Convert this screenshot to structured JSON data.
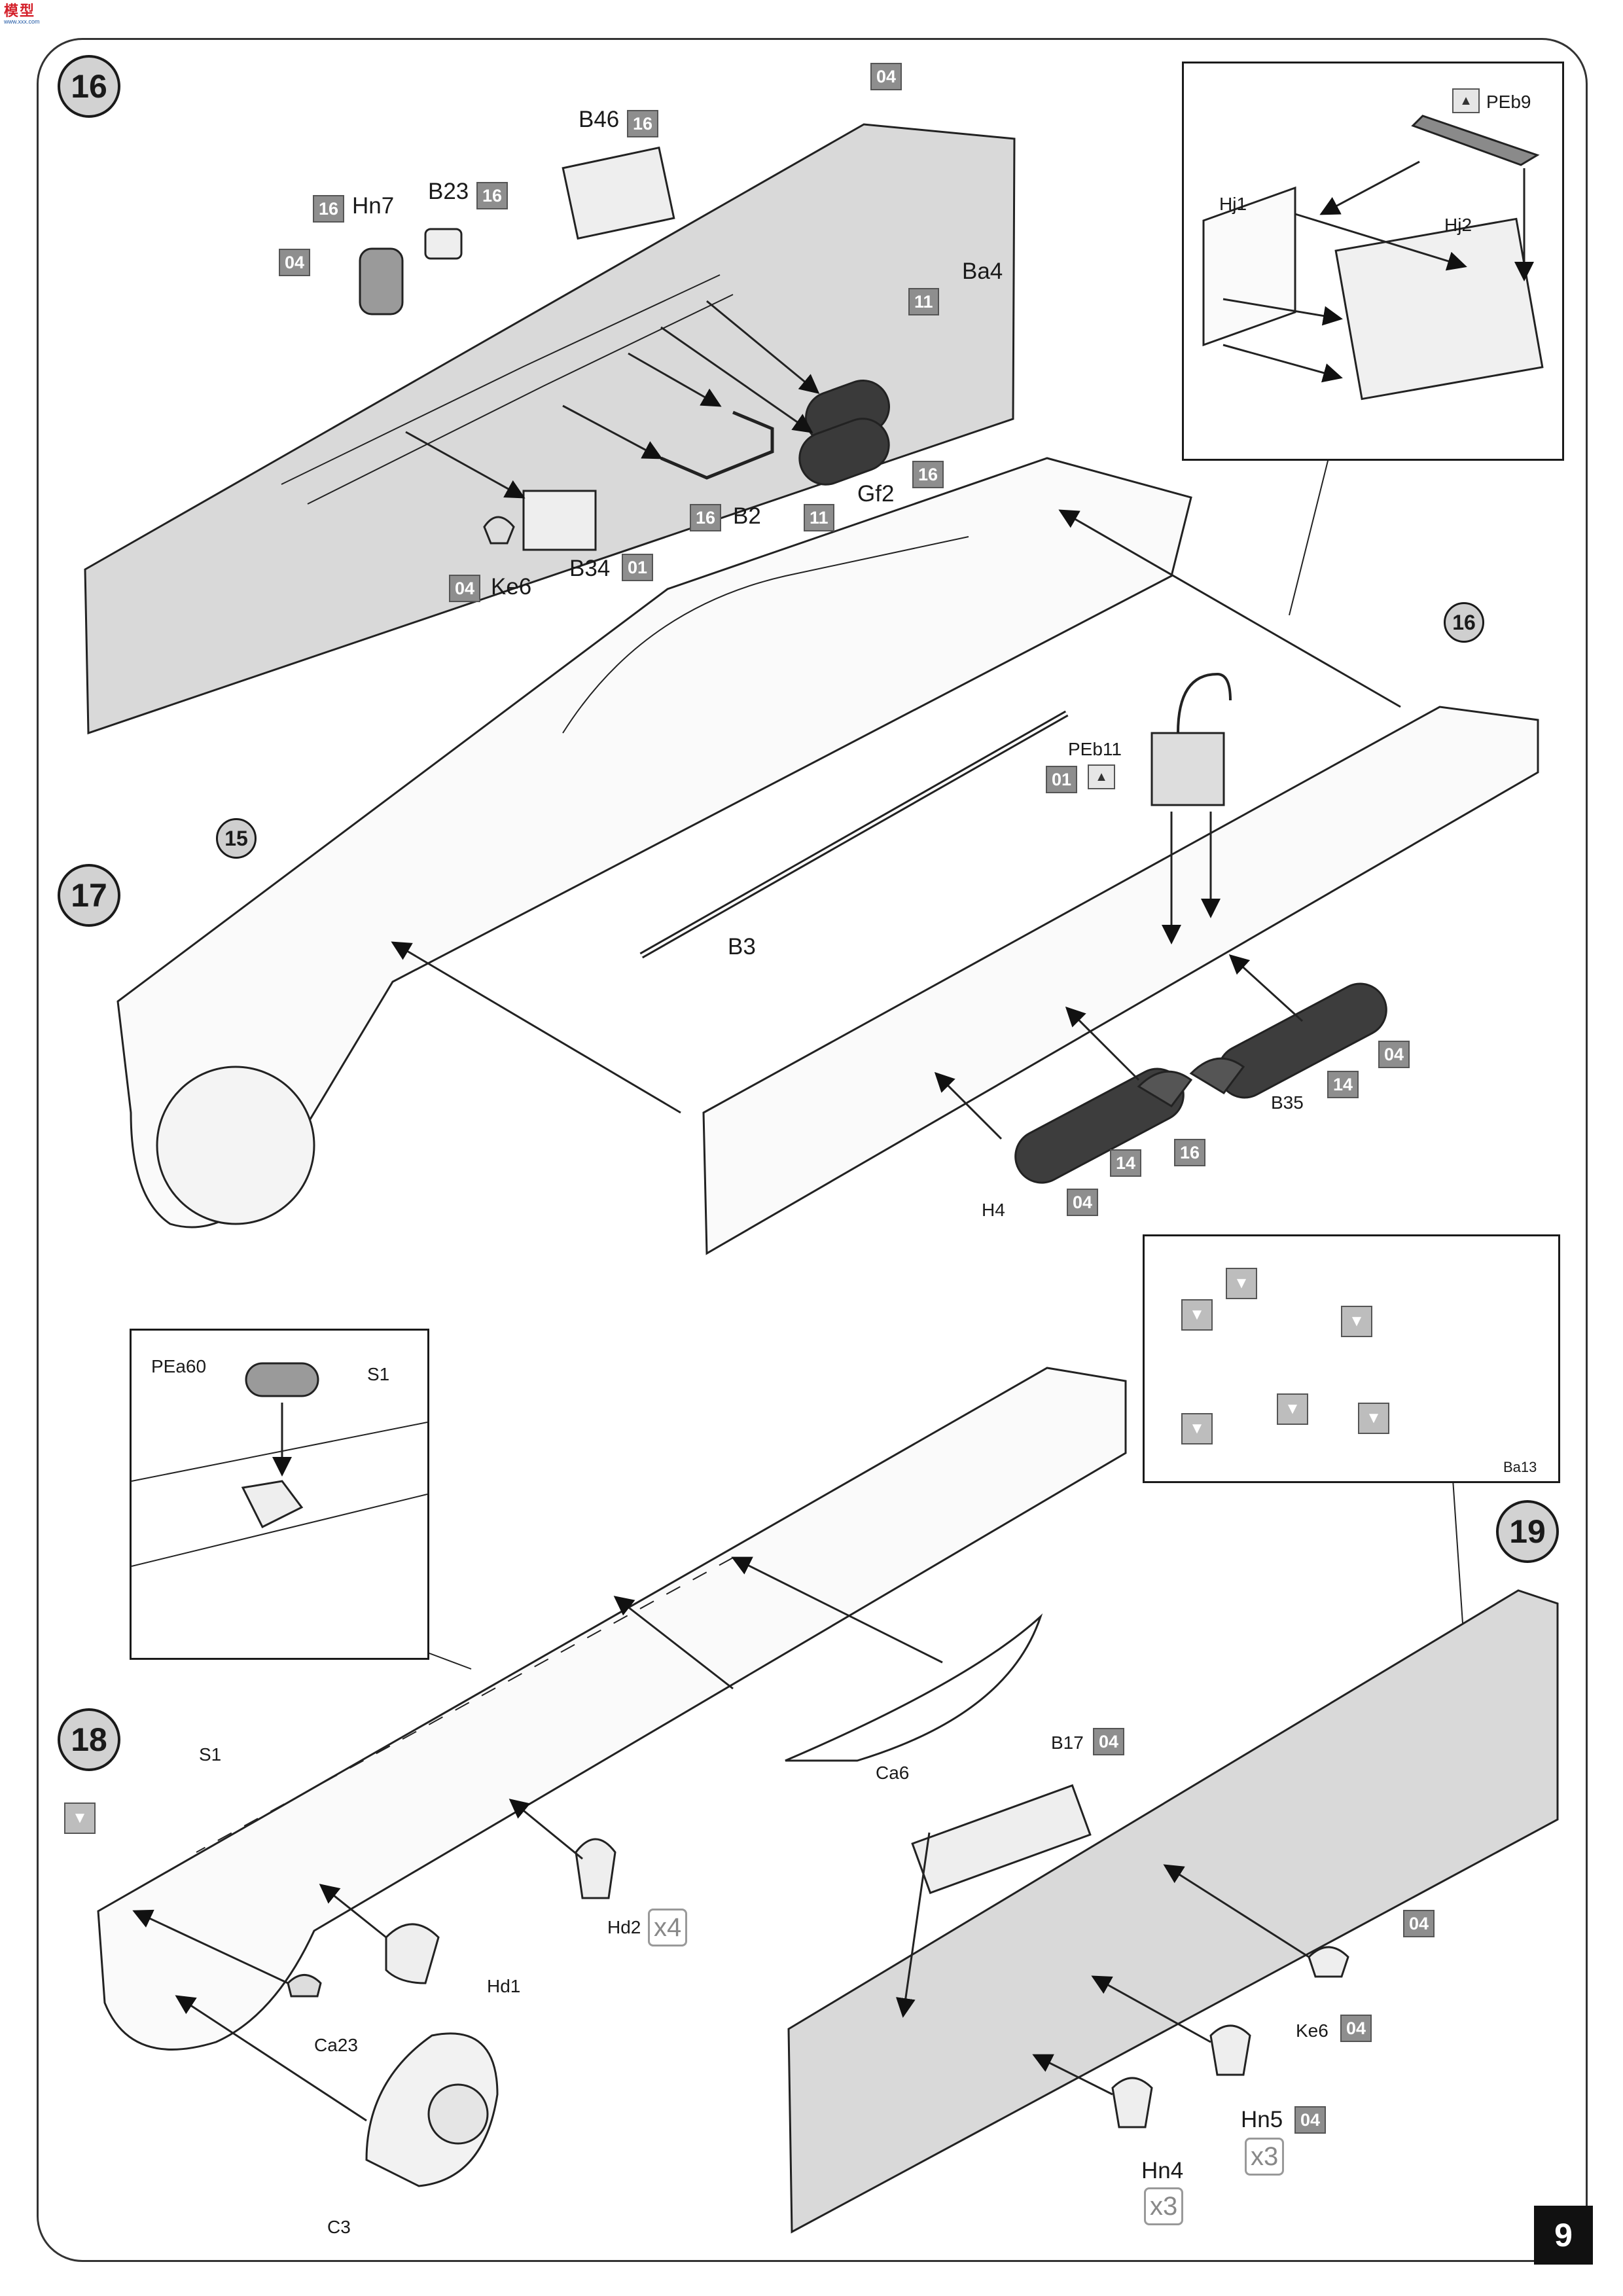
{
  "logo": {
    "brand": "模型",
    "site": "www.xxx.com"
  },
  "page_number": "9",
  "steps": {
    "s16": "16",
    "s17": "17",
    "s18": "18",
    "s19": "19",
    "ref16": "16",
    "ref15": "15"
  },
  "step16": {
    "parts": {
      "B46": "B46",
      "B23": "B23",
      "Hn7": "Hn7",
      "Ba4": "Ba4",
      "Gf2": "Gf2",
      "B2": "B2",
      "B34": "B34",
      "Ke6": "Ke6"
    },
    "sprues": {
      "s04_top": "04",
      "s16_b46": "16",
      "s16_b23": "16",
      "s16_hn7": "16",
      "s04_hn7": "04",
      "s11_a": "11",
      "s16_gf2": "16",
      "s11_b": "11",
      "s16_b2": "16",
      "s01_b34": "01",
      "s04_ke6": "04"
    }
  },
  "inset16": {
    "parts": {
      "PEb9": "PEb9",
      "Hj1": "Hj1",
      "Hj2": "Hj2"
    }
  },
  "step17": {
    "parts": {
      "PEb11": "PEb11",
      "B3": "B3",
      "B35": "B35",
      "H4": "H4"
    },
    "sprues": {
      "s01_peb11": "01",
      "s04_b35": "04",
      "s14_b35": "14",
      "s14_h4": "14",
      "s04_h4": "04",
      "s16_parts": "16"
    }
  },
  "inset18": {
    "parts": {
      "PEa60": "PEa60",
      "S1": "S1"
    }
  },
  "inset19": {
    "parts": {
      "Ba13": "Ba13"
    }
  },
  "step18": {
    "parts": {
      "S1": "S1",
      "Ca6": "Ca6",
      "Hd2": "Hd2",
      "Hd1": "Hd1",
      "Ca23": "Ca23",
      "C3": "C3"
    },
    "quantities": {
      "hd2": "x4"
    }
  },
  "step19": {
    "parts": {
      "B17": "B17",
      "Ke6": "Ke6",
      "Hn5": "Hn5",
      "Hn4": "Hn4"
    },
    "sprues": {
      "s04_b17": "04",
      "s04_panel": "04",
      "s04_ke6": "04",
      "s04_hn5": "04"
    },
    "quantities": {
      "hn5": "x3",
      "hn4": "x3"
    }
  },
  "colors": {
    "plate": "#d9d9d9",
    "dark_part": "#3a3a3a",
    "sprue_box": "#8e8e8e",
    "step_circle": "#d2d2d2"
  }
}
